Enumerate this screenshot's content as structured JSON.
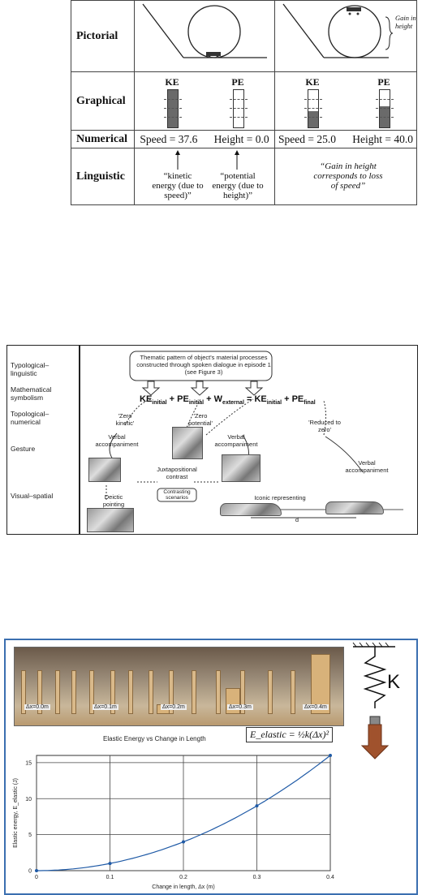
{
  "figure1": {
    "rows": [
      {
        "label": "Pictorial"
      },
      {
        "label": "Graphical"
      },
      {
        "label": "Numerical"
      },
      {
        "label": "Linguistic"
      }
    ],
    "pictorial_annotation": "Gain in height",
    "graphical": {
      "ke_label": "KE",
      "pe_label": "PE"
    },
    "state_a": {
      "speed": "Speed = 37.6",
      "height": "Height = 0.0",
      "ke_fraction": 1.0,
      "pe_fraction": 0.0
    },
    "state_b": {
      "speed": "Speed = 25.0",
      "height": "Height = 40.0",
      "ke_fraction": 0.44,
      "pe_fraction": 0.56
    },
    "linguistic": {
      "ke_note": "“kinetic energy (due to speed)”",
      "pe_note": "“potential energy (due to height)”",
      "gain_note": "“Gain in height corresponds to loss of speed”"
    }
  },
  "figure2": {
    "levels": [
      "Typological–linguistic",
      "Mathematical symbolism",
      "Topological–numerical",
      "Gesture",
      "Visual–spatial"
    ],
    "thematic_box": "Thematic pattern of object's material processes constructed through spoken dialogue in episode 1 (see Figure 3)",
    "equation": {
      "ke_initial": "KE",
      "ke_initial_sub": "initial",
      "plus1": "+",
      "pe_initial": "PE",
      "pe_initial_sub": "initial",
      "plus2": "+",
      "w_external": "W",
      "w_external_sub": "external",
      "equals": "=",
      "ke_final": "KE",
      "ke_final_sub": "initial",
      "plus3": "+",
      "pe_final": "PE",
      "pe_final_sub": "final"
    },
    "labels": {
      "zero_kinetic": "'Zero kinetic'",
      "zero_potential": "'Zero potential'",
      "reduced_to_zero": "'Reduced to zero'",
      "verbal1": "Verbal accompaniment",
      "verbal2": "Verbal accompaniment",
      "verbal3": "Verbal accompaniment",
      "juxtapositional": "Juxtapositional contrast",
      "contrasting": "Contrasting scenarios",
      "deictic": "Deictic pointing",
      "iconic": "Iconic representing",
      "d": "d"
    }
  },
  "figure3": {
    "photo_labels": [
      "Δx=0.0m",
      "Δx=0.1m",
      "Δx=0.2m",
      "Δx=0.3m",
      "Δx=0.4m"
    ],
    "spring_label": "K",
    "formula": "E_elastic = ½k(Δx)²",
    "chart_data": {
      "type": "line",
      "title": "Elastic Energy vs Change in Length",
      "xlabel": "Change in length, Δx (m)",
      "ylabel": "Elastic energy, E_elastic (J)",
      "xlim": [
        0,
        0.4
      ],
      "ylim": [
        0,
        16
      ],
      "xticks": [
        "0",
        "0.1",
        "0.2",
        "0.3",
        "0.4"
      ],
      "yticks": [
        "0",
        "5",
        "10",
        "15"
      ],
      "grid": true,
      "x": [
        0,
        0.1,
        0.2,
        0.3,
        0.4
      ],
      "values": [
        0,
        1,
        4,
        9,
        16
      ]
    }
  }
}
